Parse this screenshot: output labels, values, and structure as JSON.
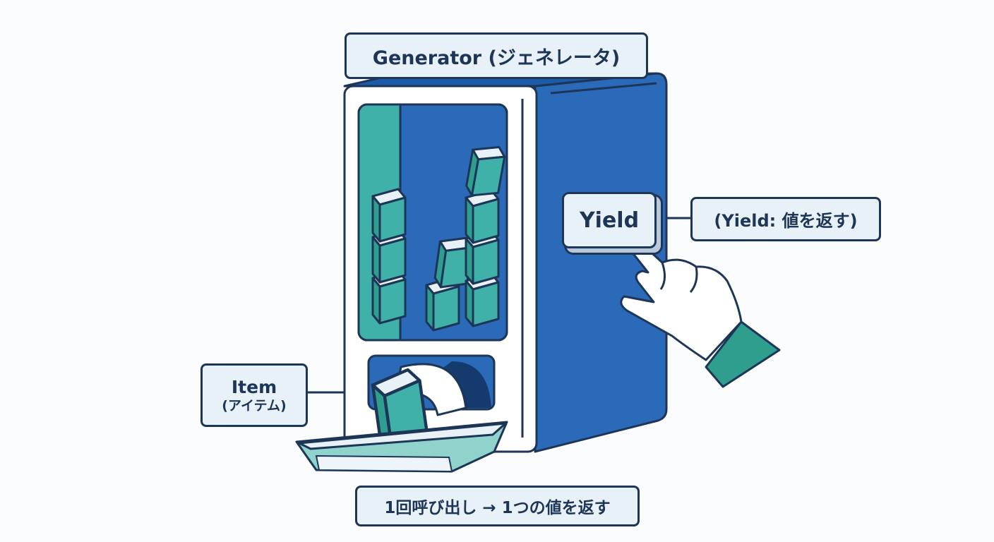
{
  "title": "Generator (ジェネレータ)",
  "yield_button": {
    "label": "Yield"
  },
  "yield_description": "(Yield: 値を返す)",
  "item_label": {
    "line1": "Item",
    "line2": "(アイテム)"
  },
  "caption": "1回呼び出し → 1つの値を返す",
  "colors": {
    "machine_blue": "#2a6ab8",
    "cube_teal": "#3fb1a8",
    "outline_navy": "#1d3557",
    "label_bg": "#e8f1f8",
    "sleeve_teal": "#2f9e8f"
  },
  "icons": [
    "vending-machine-icon",
    "cube-icon",
    "hand-pointer-icon",
    "tray-icon"
  ]
}
